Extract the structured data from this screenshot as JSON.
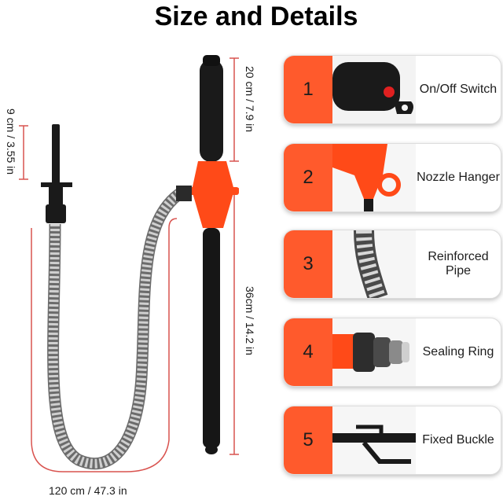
{
  "title": "Size and Details",
  "dimensions": {
    "handle": "20 cm / 7.9 in",
    "nozzle": "9 cm / 3.55 in",
    "tube": "36cm / 14.2 in",
    "hose": "120 cm / 47.3 in"
  },
  "details": [
    {
      "number": "1",
      "label": "On/Off Switch"
    },
    {
      "number": "2",
      "label": "Nozzle Hanger"
    },
    {
      "number": "3",
      "label": "Reinforced Pipe"
    },
    {
      "number": "4",
      "label": "Sealing Ring"
    },
    {
      "number": "5",
      "label": "Fixed Buckle"
    }
  ],
  "colors": {
    "accent": "#ff5a2c",
    "dimension_line": "#d9534f",
    "pump_body": "#1a1a1a",
    "hose": "#a8a8a8"
  }
}
